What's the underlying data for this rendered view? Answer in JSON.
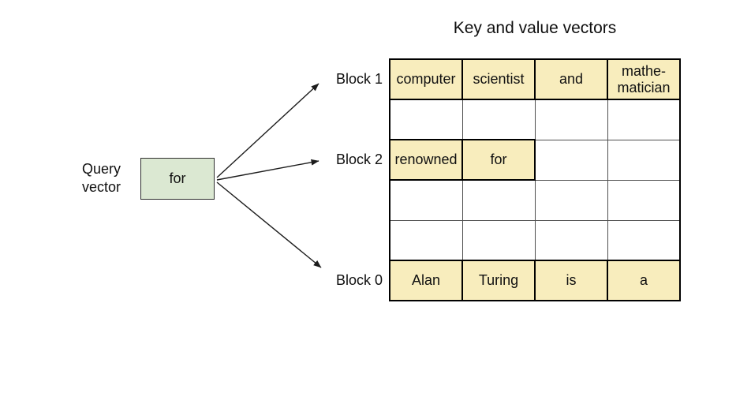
{
  "title": "Key and value vectors",
  "query": {
    "label": "Query\nvector",
    "box_text": "for"
  },
  "block_labels": {
    "block1": "Block 1",
    "block2": "Block 2",
    "block0": "Block 0"
  },
  "colors": {
    "highlight_fill": "#f8edbd",
    "query_box_fill": "#dbe8d2",
    "table_border_strong": "#000000",
    "table_border_light": "#4f4f4f",
    "arrow_line": "#1c1c1c"
  },
  "table": {
    "columns": 4,
    "rows": [
      {
        "cells": [
          {
            "text": "computer",
            "state": "hl"
          },
          {
            "text": "scientist",
            "state": "hl"
          },
          {
            "text": "and",
            "state": "hl"
          },
          {
            "text": "mathe-\nmatician",
            "state": "hl"
          }
        ]
      },
      {
        "cells": [
          {
            "text": "",
            "state": "plain"
          },
          {
            "text": "",
            "state": "plain"
          },
          {
            "text": "",
            "state": "plain"
          },
          {
            "text": "",
            "state": "plain"
          }
        ]
      },
      {
        "cells": [
          {
            "text": "renowned",
            "state": "hl"
          },
          {
            "text": "for",
            "state": "hl"
          },
          {
            "text": "",
            "state": "plain"
          },
          {
            "text": "",
            "state": "plain"
          }
        ]
      },
      {
        "cells": [
          {
            "text": "",
            "state": "plain"
          },
          {
            "text": "",
            "state": "plain"
          },
          {
            "text": "",
            "state": "plain"
          },
          {
            "text": "",
            "state": "plain"
          }
        ]
      },
      {
        "cells": [
          {
            "text": "",
            "state": "plain"
          },
          {
            "text": "",
            "state": "plain"
          },
          {
            "text": "",
            "state": "plain"
          },
          {
            "text": "",
            "state": "plain"
          }
        ]
      },
      {
        "cells": [
          {
            "text": "Alan",
            "state": "hl"
          },
          {
            "text": "Turing",
            "state": "hl"
          },
          {
            "text": "is",
            "state": "hl"
          },
          {
            "text": "a",
            "state": "hl"
          }
        ]
      }
    ]
  }
}
